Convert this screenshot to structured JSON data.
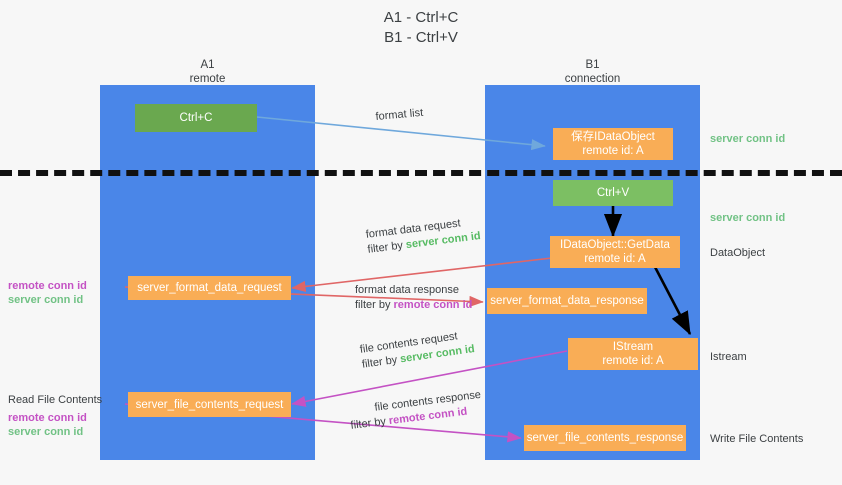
{
  "title": {
    "line1": "A1 - Ctrl+C",
    "line2": "B1 - Ctrl+V"
  },
  "colors": {
    "lane": "#4a86e8",
    "box_orange": "#f9ad56",
    "box_green": "#6aa84f",
    "accent_green_text": "#57bb63",
    "accent_pink_text": "#c452c4",
    "arrow_blue": "#6fa8dc",
    "arrow_red": "#e06666",
    "arrow_pink": "#c452c4",
    "arrow_black": "#000000",
    "background": "#f7f7f7"
  },
  "lanes": [
    {
      "name": "a1",
      "title": "A1",
      "subtitle": "remote"
    },
    {
      "name": "b1",
      "title": "B1",
      "subtitle": "connection"
    }
  ],
  "nodes": [
    {
      "id": "ctrl-c",
      "label": "Ctrl+C",
      "sub": ""
    },
    {
      "id": "idataobject-top",
      "label": "保存IDataObject",
      "sub": "remote id: A"
    },
    {
      "id": "ctrl-v",
      "label": "Ctrl+V",
      "sub": ""
    },
    {
      "id": "idataobject-getdata",
      "label": "IDataObject::GetData",
      "sub": "remote id: A"
    },
    {
      "id": "server-format-data-request",
      "label": "server_format_data_request",
      "sub": ""
    },
    {
      "id": "server-format-data-response",
      "label": "server_format_data_response",
      "sub": ""
    },
    {
      "id": "istream",
      "label": "IStream",
      "sub": "remote id: A"
    },
    {
      "id": "server-file-contents-request",
      "label": "server_file_contents_request",
      "sub": ""
    },
    {
      "id": "server-file-contents-response",
      "label": "server_file_contents_response",
      "sub": ""
    }
  ],
  "edge_labels": [
    {
      "id": "format-list",
      "line1": "format list",
      "line2_prefix": "",
      "line2_accent": "",
      "line2_accent_color": ""
    },
    {
      "id": "format-data-request",
      "line1": "format data request",
      "line2_prefix": "filter by ",
      "line2_accent": "server conn id",
      "line2_accent_color": "green"
    },
    {
      "id": "format-data-response",
      "line1": "format data response",
      "line2_prefix": "filter by ",
      "line2_accent": "remote conn id",
      "line2_accent_color": "pink"
    },
    {
      "id": "file-contents-request",
      "line1": "file contents request",
      "line2_prefix": "filter by ",
      "line2_accent": "server conn id",
      "line2_accent_color": "green"
    },
    {
      "id": "file-contents-response",
      "line1": "file contents response",
      "line2_prefix": "filter by ",
      "line2_accent": "remote conn id",
      "line2_accent_color": "pink"
    }
  ],
  "side_labels_right": [
    {
      "id": "server-conn-id-top",
      "text": "server conn id",
      "style": "green"
    },
    {
      "id": "server-conn-id-mid",
      "text": "server conn id",
      "style": "green"
    },
    {
      "id": "dataobject",
      "text": "DataObject",
      "style": "plain"
    },
    {
      "id": "istream-label",
      "text": "Istream",
      "style": "plain"
    },
    {
      "id": "write-file-contents",
      "text": "Write File Contents",
      "style": "plain"
    }
  ],
  "side_labels_left": [
    {
      "id": "conn-ids-upper-remote",
      "text": "remote conn id",
      "style": "pink"
    },
    {
      "id": "conn-ids-upper-server",
      "text": "server conn id",
      "style": "green"
    },
    {
      "id": "read-file-contents",
      "text": "Read File Contents",
      "style": "plain"
    },
    {
      "id": "conn-ids-lower-remote",
      "text": "remote conn id",
      "style": "pink"
    },
    {
      "id": "conn-ids-lower-server",
      "text": "server conn id",
      "style": "green"
    }
  ]
}
